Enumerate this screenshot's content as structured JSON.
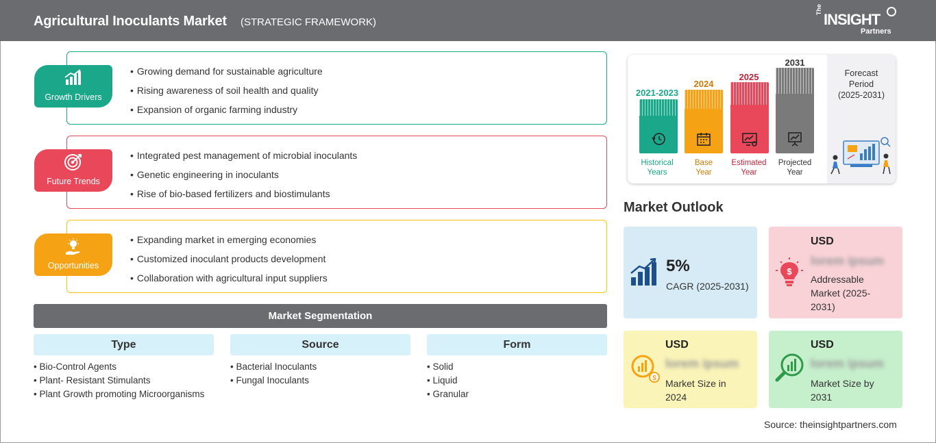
{
  "header": {
    "title": "Agricultural Inoculants Market",
    "subtitle": "(STRATEGIC FRAMEWORK)",
    "logo_the": "The",
    "logo_insight": "INSIGHT",
    "logo_partners": "Partners"
  },
  "framework": [
    {
      "label": "Growth Drivers",
      "color": "#1aa78a",
      "icon": "bar-chart-growth-icon",
      "items": [
        "Growing demand for sustainable agriculture",
        "Rising awareness of soil health and quality",
        "Expansion of organic farming industry"
      ]
    },
    {
      "label": "Future Trends",
      "color": "#e8485a",
      "icon": "target-icon",
      "items": [
        "Integrated pest management of microbial inoculants",
        "Genetic engineering in inoculants",
        "Rise of bio-based fertilizers and biostimulants"
      ]
    },
    {
      "label": "Opportunities",
      "color": "#f5a314",
      "icon": "lightbulb-hand-icon",
      "items": [
        "Expanding market in emerging economies",
        "Customized inoculant products development",
        "Collaboration with agricultural input suppliers"
      ]
    }
  ],
  "segmentation": {
    "title": "Market Segmentation",
    "columns": [
      {
        "heading": "Type",
        "items": [
          "Bio-Control Agents",
          "Plant- Resistant Stimulants",
          "Plant Growth promoting Microorganisms"
        ]
      },
      {
        "heading": "Source",
        "items": [
          "Bacterial Inoculants",
          "Fungal Inoculants"
        ]
      },
      {
        "heading": "Form",
        "items": [
          "Solid",
          "Liquid",
          "Granular"
        ]
      }
    ]
  },
  "timeline": {
    "bars": [
      {
        "year": "2021-2023",
        "label_line1": "Historical",
        "label_line2": "Years",
        "color": "#1aa78a",
        "icon": "history-icon"
      },
      {
        "year": "2024",
        "label_line1": "Base",
        "label_line2": "Year",
        "color": "#f5a314",
        "icon": "calendar-icon"
      },
      {
        "year": "2025",
        "label_line1": "Estimated",
        "label_line2": "Year",
        "color": "#e8485a",
        "icon": "estimate-chart-icon"
      },
      {
        "year": "2031",
        "label_line1": "Projected",
        "label_line2": "Year",
        "color": "#7a7a7a",
        "icon": "presentation-icon"
      }
    ],
    "forecast_line1": "Forecast",
    "forecast_line2": "Period",
    "forecast_line3": "(2025-2031)"
  },
  "outlook": {
    "title": "Market Outlook",
    "cagr": {
      "value": "5%",
      "label": "CAGR (2025-2031)",
      "color": "#d6ebf5",
      "icon": "growth-bars-icon"
    },
    "addressable": {
      "currency": "USD",
      "value": "lorem ipsum",
      "line1": "Addressable",
      "line2": "Market (2025-",
      "line3": "2031)",
      "color": "#f9d2d7",
      "icon": "money-bulb-icon"
    },
    "size2024": {
      "currency": "USD",
      "value": "lorem ipsum",
      "line1": "Market Size in",
      "line2": "2024",
      "color": "#fbf4b8",
      "icon": "dollar-chart-icon"
    },
    "size2031": {
      "currency": "USD",
      "value": "lorem ipsum",
      "line1": "Market Size by",
      "line2": "2031",
      "color": "#c6efcc",
      "icon": "search-chart-icon"
    }
  },
  "source": "Source: theinsightpartners.com"
}
